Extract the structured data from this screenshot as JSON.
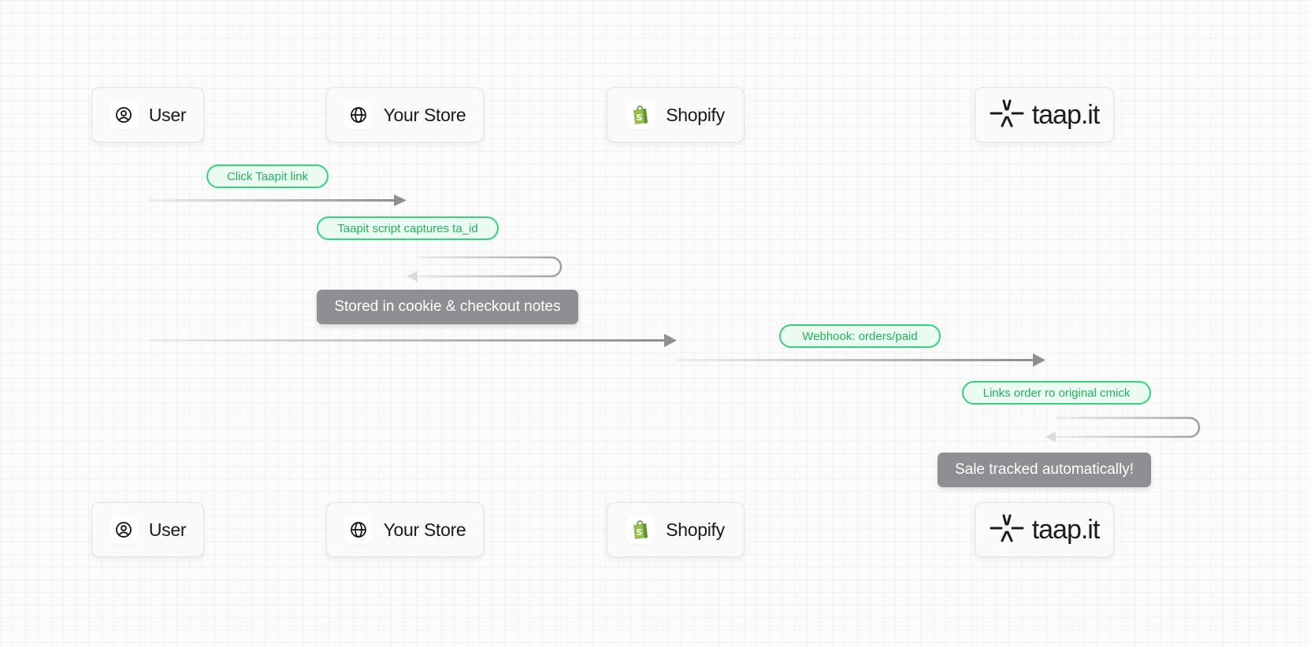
{
  "participants": {
    "user": {
      "label": "User",
      "icon": "user-circle-icon"
    },
    "store": {
      "label": "Your Store",
      "icon": "globe-icon"
    },
    "shopify": {
      "label": "Shopify",
      "icon": "shopify-bag-icon"
    },
    "taapit": {
      "label": "taap.it",
      "icon": "taapit-logo-icon"
    }
  },
  "messages": {
    "click_link": "Click Taapit link",
    "script_capture": "Taapit script captures ta_id",
    "stored_note": "Stored in cookie & checkout notes",
    "webhook": "Webhook: orders/paid",
    "links_order": "Links order ro original cmick",
    "sale_note": "Sale tracked automatically!"
  },
  "colors": {
    "pill_border": "#34d27a",
    "pill_text": "#22b160",
    "pill_bg": "#ecfbf2",
    "note_bg": "#8e8e93",
    "arrow": "#8a8a8e",
    "shopify_green": "#95bf47"
  }
}
